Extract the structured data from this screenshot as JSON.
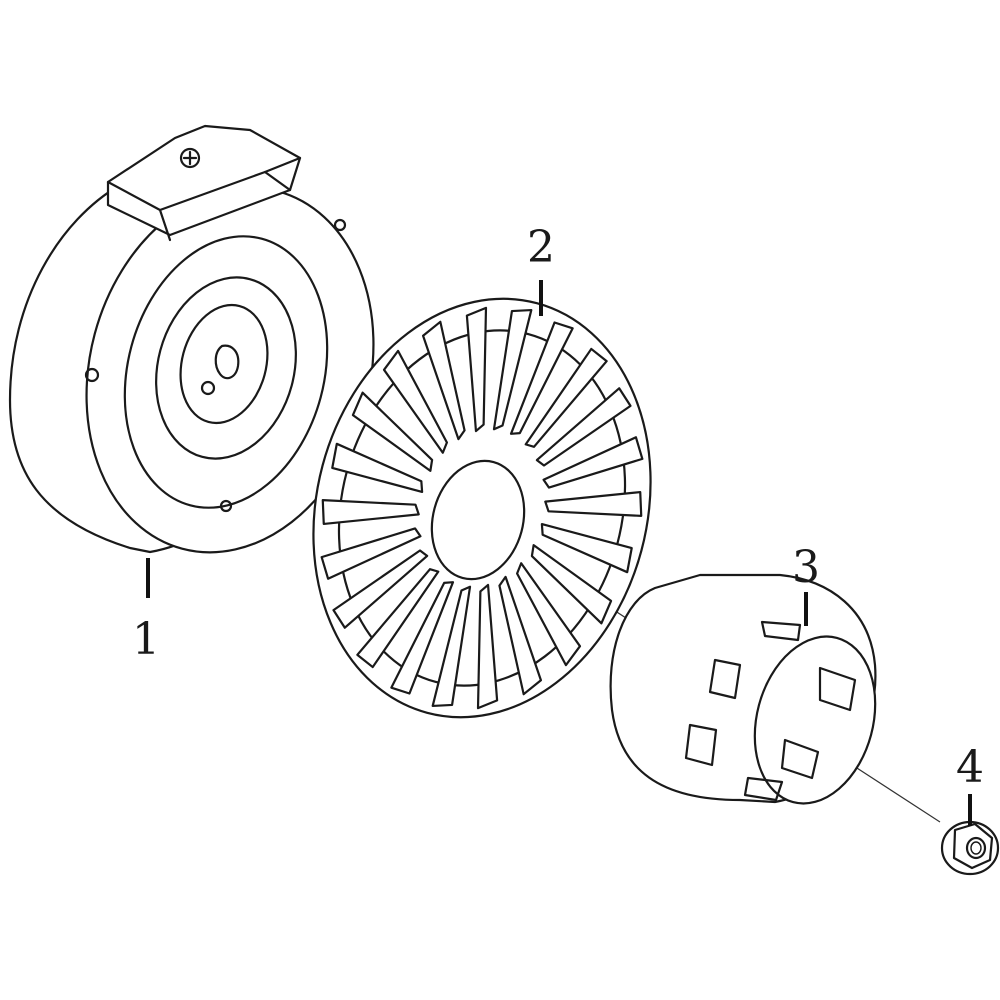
{
  "diagram": {
    "parts": [
      {
        "callout": "1"
      },
      {
        "callout": "2"
      },
      {
        "callout": "3"
      },
      {
        "callout": "4"
      }
    ]
  }
}
